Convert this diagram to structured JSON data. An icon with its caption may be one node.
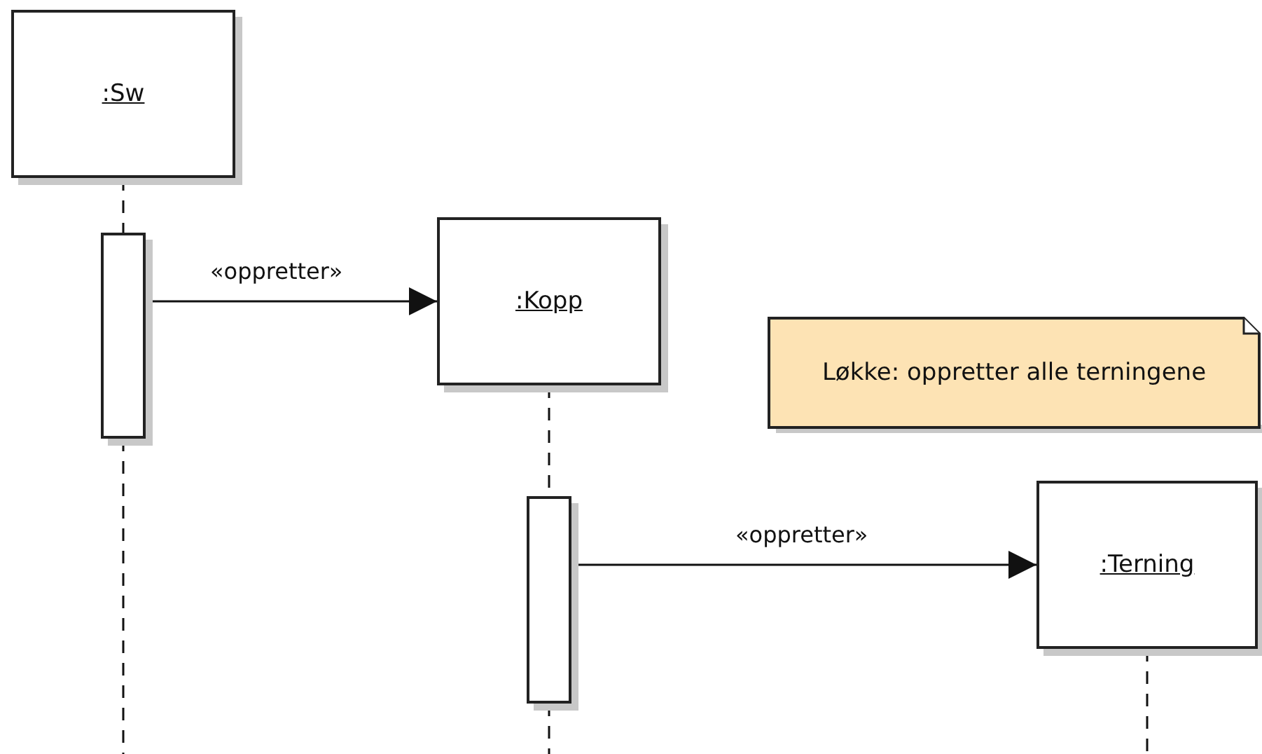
{
  "diagram": {
    "nodes": [
      {
        "text": [
          ":Sw"
        ]
      },
      {
        "text": [],
        "shape": "bar"
      },
      {
        "text": [
          ":Kopp"
        ]
      },
      {
        "text": [
          "Løkke: oppretter alle terningene"
        ]
      },
      {
        "text": [],
        "shape": "bar"
      },
      {
        "text": [
          ":Terning"
        ]
      }
    ],
    "edges": [
      {
        "from": 0,
        "to": 1,
        "arrow": "none",
        "style": "dashed"
      },
      {
        "from": 1,
        "to": null,
        "arrow": "none",
        "style": "dashed"
      },
      {
        "from": 1,
        "to": 2,
        "arrow": "to",
        "label": "«oppretter»"
      },
      {
        "from": 2,
        "to": 4,
        "arrow": "none",
        "style": "dashed"
      },
      {
        "from": 4,
        "to": null,
        "arrow": "none",
        "style": "dashed"
      },
      {
        "from": 4,
        "to": 5,
        "arrow": "to",
        "label": "«oppretter»"
      },
      {
        "from": 5,
        "to": null,
        "arrow": "none",
        "style": "dashed"
      }
    ]
  }
}
